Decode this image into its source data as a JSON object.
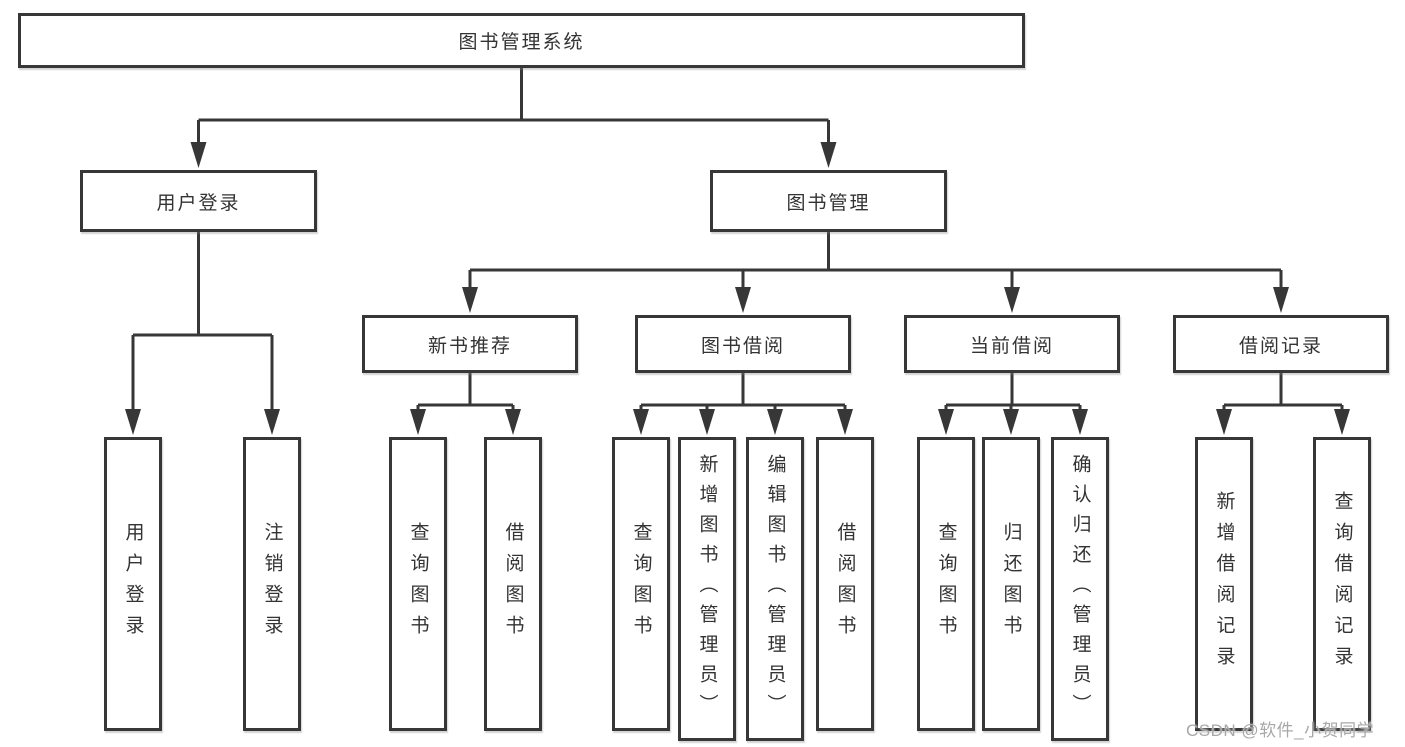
{
  "diagram_title": "图书管理系统",
  "tree": {
    "label": "图书管理系统",
    "children": [
      {
        "label": "用户登录",
        "children": [
          {
            "label": "用户登录"
          },
          {
            "label": "注销登录"
          }
        ]
      },
      {
        "label": "图书管理",
        "children": [
          {
            "label": "新书推荐",
            "children": [
              {
                "label": "查询图书"
              },
              {
                "label": "借阅图书"
              }
            ]
          },
          {
            "label": "图书借阅",
            "children": [
              {
                "label": "查询图书"
              },
              {
                "label": "新增图书（管理员）"
              },
              {
                "label": "编辑图书（管理员）"
              },
              {
                "label": "借阅图书"
              }
            ]
          },
          {
            "label": "当前借阅",
            "children": [
              {
                "label": "查询图书"
              },
              {
                "label": "归还图书"
              },
              {
                "label": "确认归还（管理员）"
              }
            ]
          },
          {
            "label": "借阅记录",
            "children": [
              {
                "label": "新增借阅记录"
              },
              {
                "label": "查询借阅记录"
              }
            ]
          }
        ]
      }
    ]
  },
  "watermark": "CSDN @软件_小贺同学",
  "colors": {
    "background": "#ffffff",
    "box_border": "#373737",
    "connector_line": "#373737",
    "text": "#333333",
    "watermark_text": "#a8a8a8"
  }
}
